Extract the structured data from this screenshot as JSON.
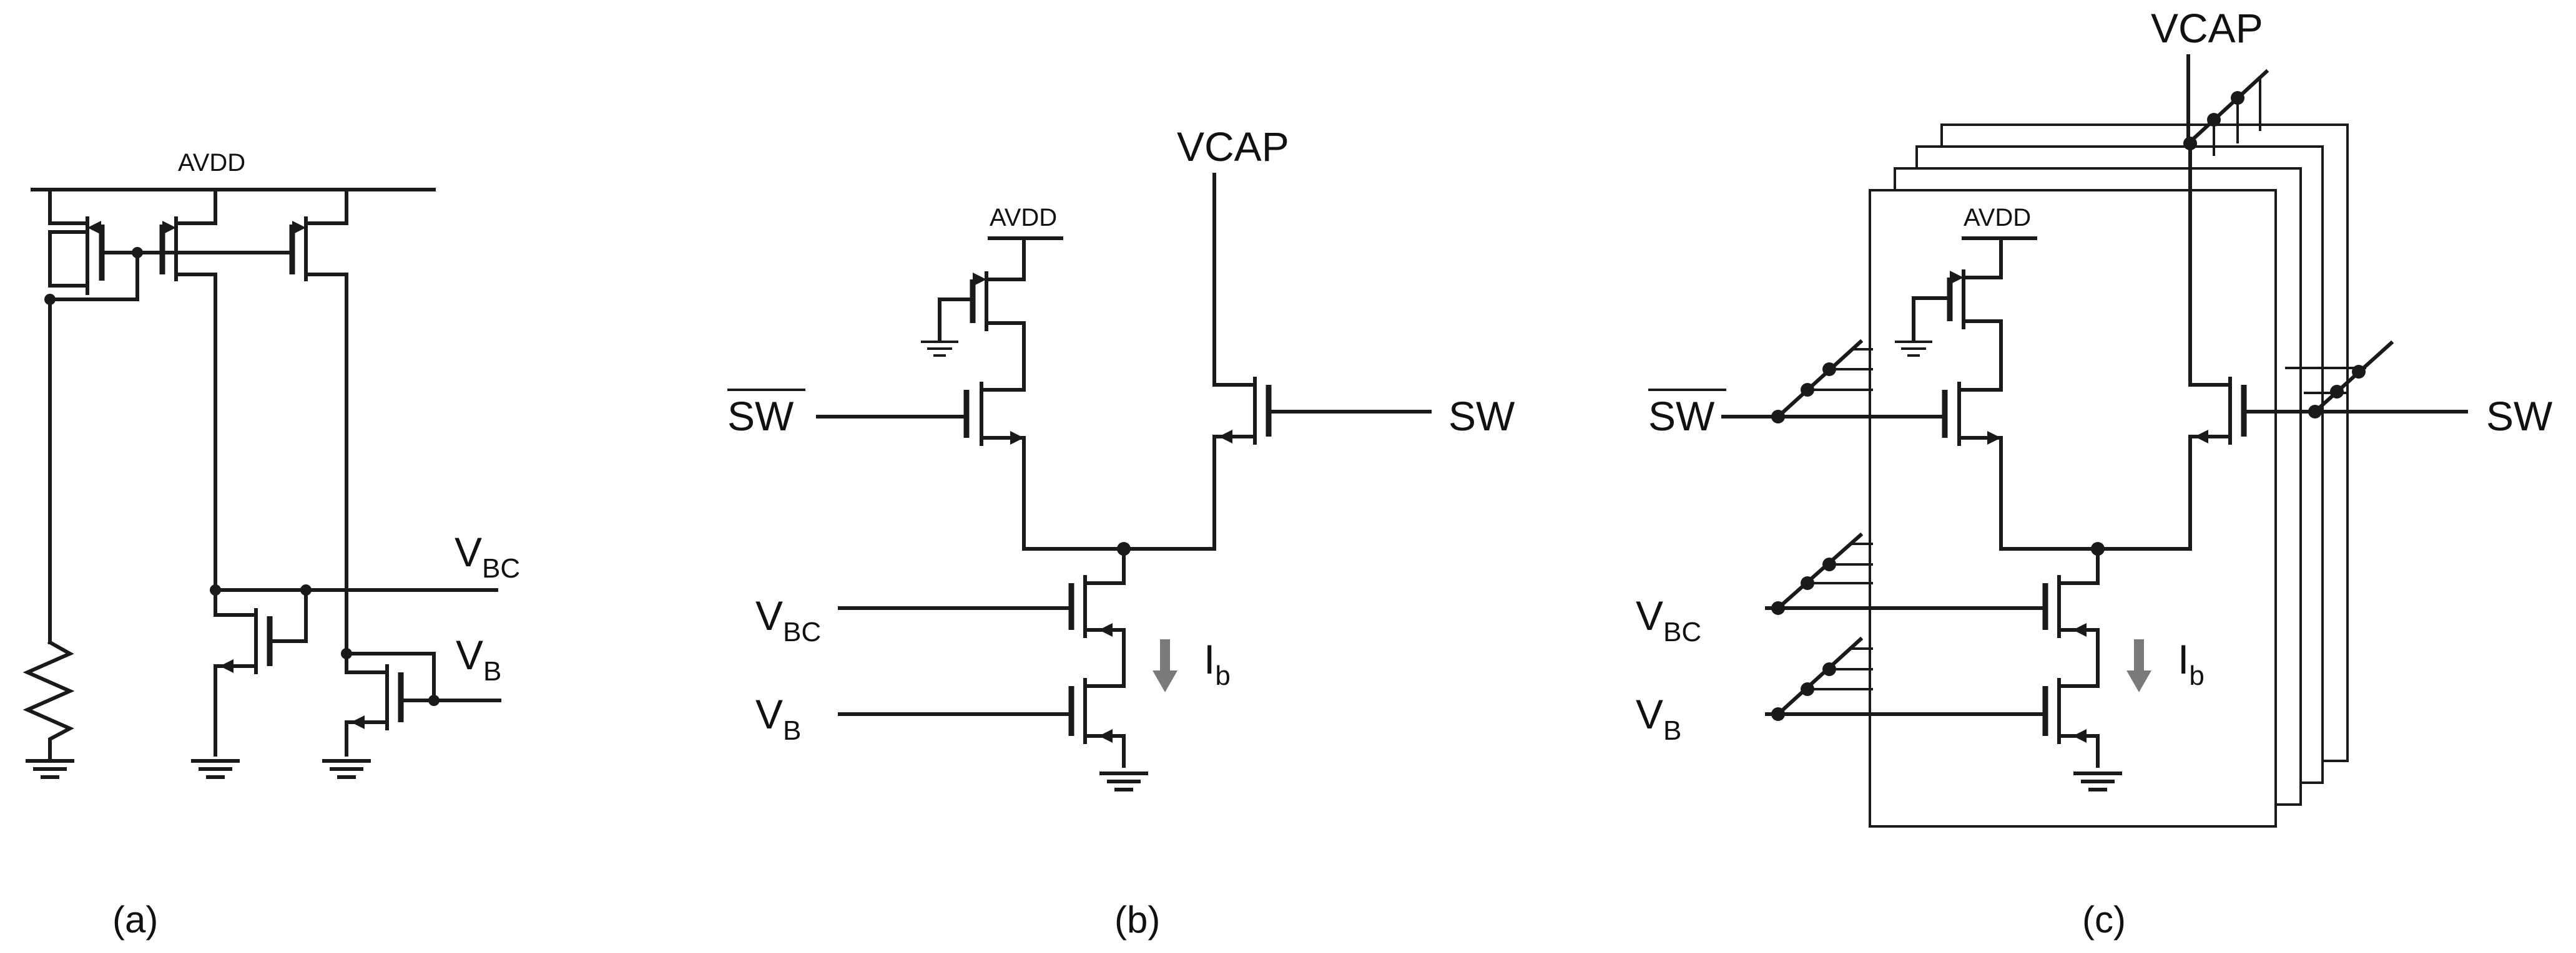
{
  "panel_a": {
    "supply_label": "AVDD",
    "vbc_label": "V",
    "vbc_sub": "BC",
    "vb_label": "V",
    "vb_sub": "B",
    "caption": "(a)"
  },
  "panel_b": {
    "supply_label": "AVDD",
    "vcap_label": "VCAP",
    "swbar_label": "SW",
    "sw_label": "SW",
    "vbc_label": "V",
    "vbc_sub": "BC",
    "vb_label": "V",
    "vb_sub": "B",
    "ib_label": "I",
    "ib_sub": "b",
    "caption": "(b)"
  },
  "panel_c": {
    "supply_label": "AVDD",
    "vcap_label": "VCAP",
    "swbar_label": "SW",
    "sw_label": "SW",
    "vbc_label": "V",
    "vbc_sub": "BC",
    "vb_label": "V",
    "vb_sub": "B",
    "ib_label": "I",
    "ib_sub": "b",
    "caption": "(c)"
  },
  "colors": {
    "wire": "#1a1a1a",
    "current_arrow": "#7a7a7a",
    "background": "#ffffff"
  }
}
